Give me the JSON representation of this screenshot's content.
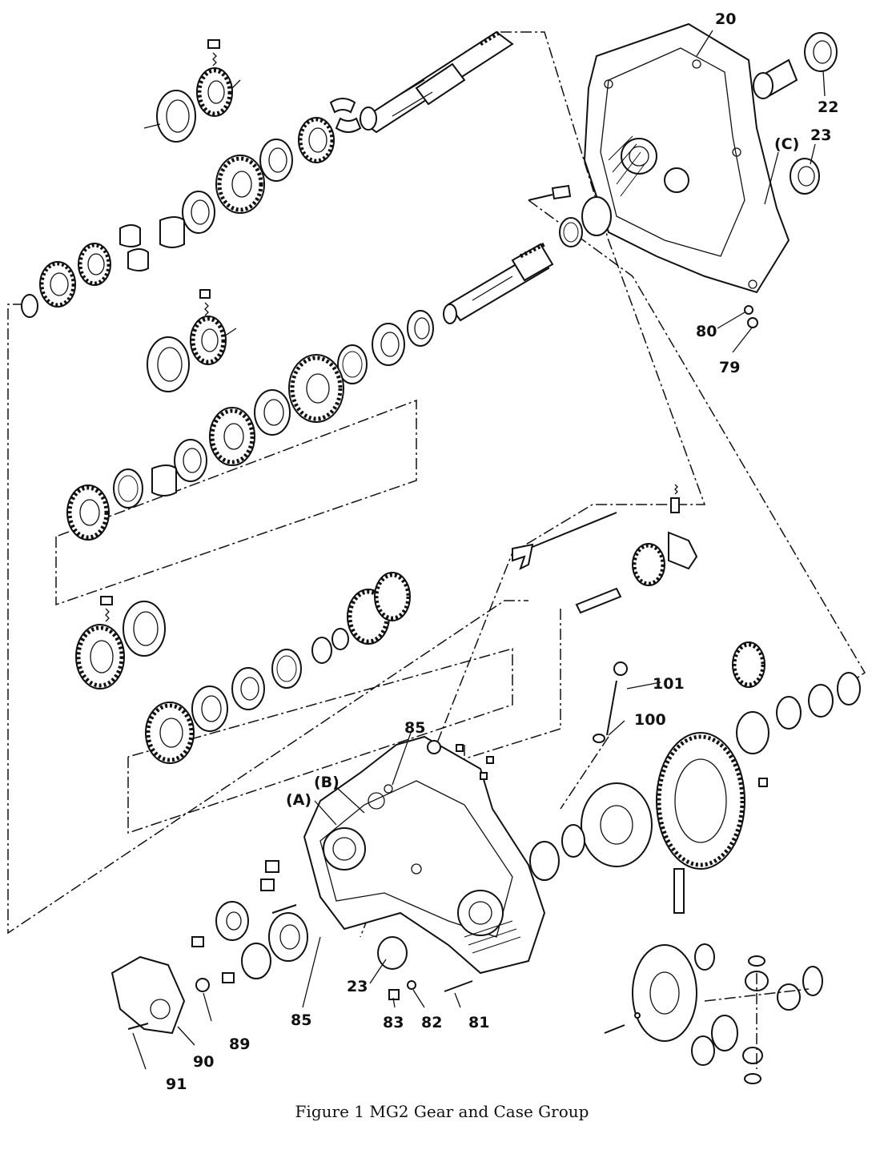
{
  "caption": "Figure 1 MG2 Gear and Case Group",
  "labels": {
    "l20": "20",
    "l22": "22",
    "l23a": "23",
    "lC": "(C)",
    "l80": "80",
    "l79": "79",
    "l101": "101",
    "l100": "100",
    "l85a": "85",
    "lB": "(B)",
    "lA": "(A)",
    "l85b": "85",
    "l23b": "23",
    "l83": "83",
    "l82": "82",
    "l81": "81",
    "l89": "89",
    "l90": "90",
    "l91": "91"
  }
}
